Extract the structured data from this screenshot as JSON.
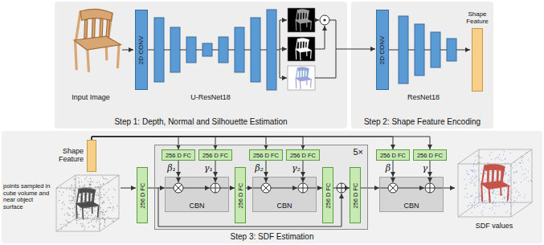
{
  "diagram": {
    "nodes": [
      {
        "text": [
          "Step 1: Depth, Normal and Silhouette Estimation"
        ]
      },
      {
        "text": [
          "2D CONV"
        ],
        "in": 0
      },
      {
        "text": [
          "Step 2: Shape Feature Encoding"
        ]
      },
      {
        "text": [
          "2D CONV"
        ],
        "in": 2
      },
      {
        "text": [
          "Shape Feature"
        ],
        "in": 2
      },
      {
        "text": [
          "Step 3: SDF Estimation"
        ]
      },
      {
        "text": [
          "Shape Feature"
        ],
        "in": 5
      },
      {
        "text": [
          "256 D FC"
        ],
        "in": 5
      },
      {
        "text": [
          "5×"
        ],
        "in": 5
      },
      {
        "text": [
          "256 D FC"
        ],
        "in": 8
      },
      {
        "text": [
          "256 D FC"
        ],
        "in": 8
      },
      {
        "text": [
          "256 D FC"
        ],
        "in": 8
      },
      {
        "text": [
          "256 D FC"
        ],
        "in": 8
      },
      {
        "text": [
          "CBN"
        ],
        "in": 8
      },
      {
        "text": [
          "256 D FC"
        ],
        "in": 8
      },
      {
        "text": [
          "CBN"
        ],
        "in": 8
      },
      {
        "text": [
          "256 D FC"
        ],
        "in": 8
      },
      {
        "text": [
          "256 D FC"
        ],
        "in": 8
      },
      {
        "text": [
          "256 D FC"
        ],
        "in": 5
      },
      {
        "text": [
          "256 D FC"
        ],
        "in": 5
      },
      {
        "text": [
          "CBN"
        ],
        "in": 5
      }
    ],
    "edges": [
      {
        "from": 6,
        "to": 9,
        "arrow": "to"
      },
      {
        "from": 6,
        "to": 10,
        "arrow": "to"
      },
      {
        "from": 6,
        "to": 11,
        "arrow": "to"
      },
      {
        "from": 6,
        "to": 12,
        "arrow": "to"
      },
      {
        "from": 6,
        "to": 18,
        "arrow": "to"
      },
      {
        "from": 6,
        "to": 19,
        "arrow": "to"
      },
      {
        "from": 9,
        "to": 13,
        "label": "β₁",
        "arrow": "to"
      },
      {
        "from": 10,
        "to": 13,
        "label": "γ₁",
        "arrow": "to"
      },
      {
        "from": 11,
        "to": 15,
        "label": "β₂",
        "arrow": "to"
      },
      {
        "from": 12,
        "to": 15,
        "label": "γ₂",
        "arrow": "to"
      },
      {
        "from": 18,
        "to": 20,
        "label": "β",
        "arrow": "to"
      },
      {
        "from": 19,
        "to": 20,
        "label": "γ",
        "arrow": "to"
      },
      {
        "from": 7,
        "to": 13,
        "arrow": "to"
      },
      {
        "from": 13,
        "to": 14,
        "arrow": "to"
      },
      {
        "from": 14,
        "to": 15,
        "arrow": "to"
      },
      {
        "from": 15,
        "to": 16,
        "arrow": "to"
      },
      {
        "from": 16,
        "to": 17,
        "arrow": "to"
      },
      {
        "from": 17,
        "to": 20,
        "arrow": "to"
      }
    ],
    "labels": [
      "Input Image",
      "U-ResNet18",
      "ResNet18",
      "points sampled in cube volume and near object surface",
      "SDF values"
    ]
  }
}
